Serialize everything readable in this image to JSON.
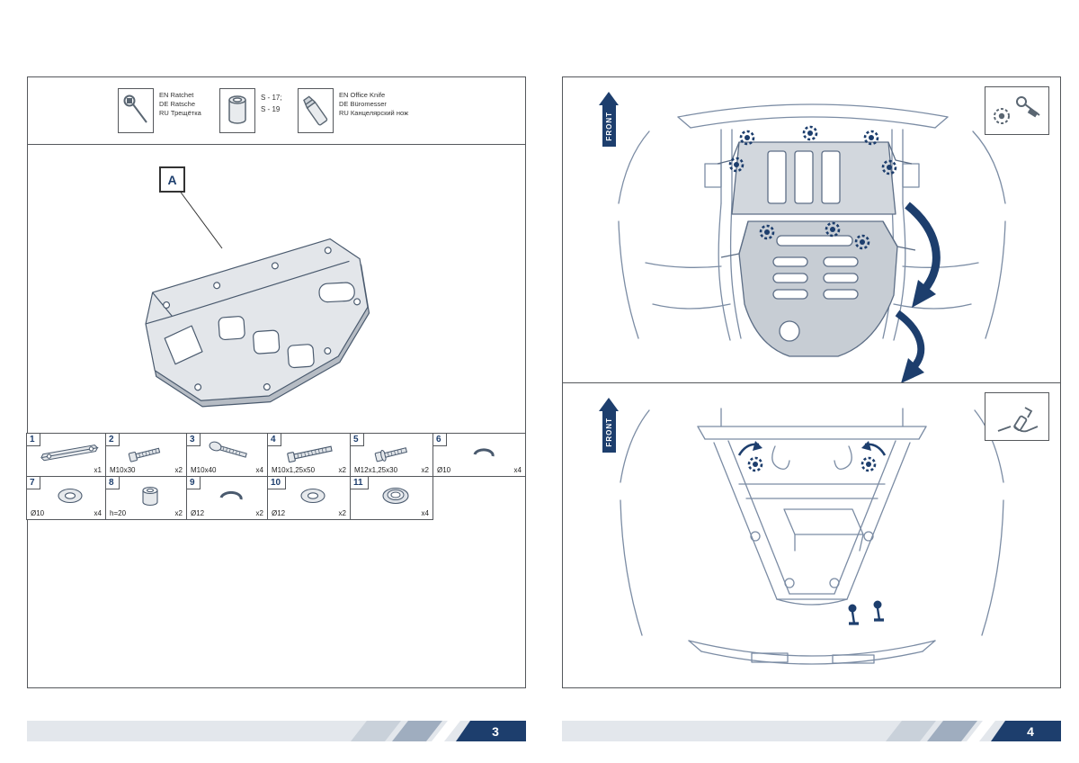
{
  "colors": {
    "accent": "#1d3e6d",
    "line_art": "#7b8ca4",
    "plate_fill": "#c7cdd4",
    "banner_bg": "#e3e7ec",
    "banner_mid": "#9fadbf"
  },
  "left_page": {
    "page_number": "3",
    "tools": {
      "ratchet": {
        "line1": "EN Ratchet",
        "line2": "DE Ratsche",
        "line3": "RU Трещётка"
      },
      "socket": {
        "line1": "S - 17;",
        "line2": "S - 19"
      },
      "knife": {
        "line1": "EN Office Knife",
        "line2": "DE Büromesser",
        "line3": "RU Канцелярский нож"
      }
    },
    "callout": "A",
    "parts": [
      {
        "num": "1",
        "label": "",
        "qty": "x1"
      },
      {
        "num": "2",
        "label": "M10x30",
        "qty": "x2"
      },
      {
        "num": "3",
        "label": "M10x40",
        "qty": "x4"
      },
      {
        "num": "4",
        "label": "M10x1,25x50",
        "qty": "x2"
      },
      {
        "num": "5",
        "label": "M12x1,25x30",
        "qty": "x2"
      },
      {
        "num": "6",
        "label": "Ø10",
        "qty": "x4"
      },
      {
        "num": "7",
        "label": "Ø10",
        "qty": "x4"
      },
      {
        "num": "8",
        "label": "h=20",
        "qty": "x2"
      },
      {
        "num": "9",
        "label": "Ø12",
        "qty": "x2"
      },
      {
        "num": "10",
        "label": "Ø12",
        "qty": "x2"
      },
      {
        "num": "11",
        "label": "",
        "qty": "x4"
      }
    ]
  },
  "right_page": {
    "page_number": "4",
    "top_panel": {
      "front_label": "FRONT"
    },
    "bottom_panel": {
      "front_label": "FRONT"
    }
  }
}
